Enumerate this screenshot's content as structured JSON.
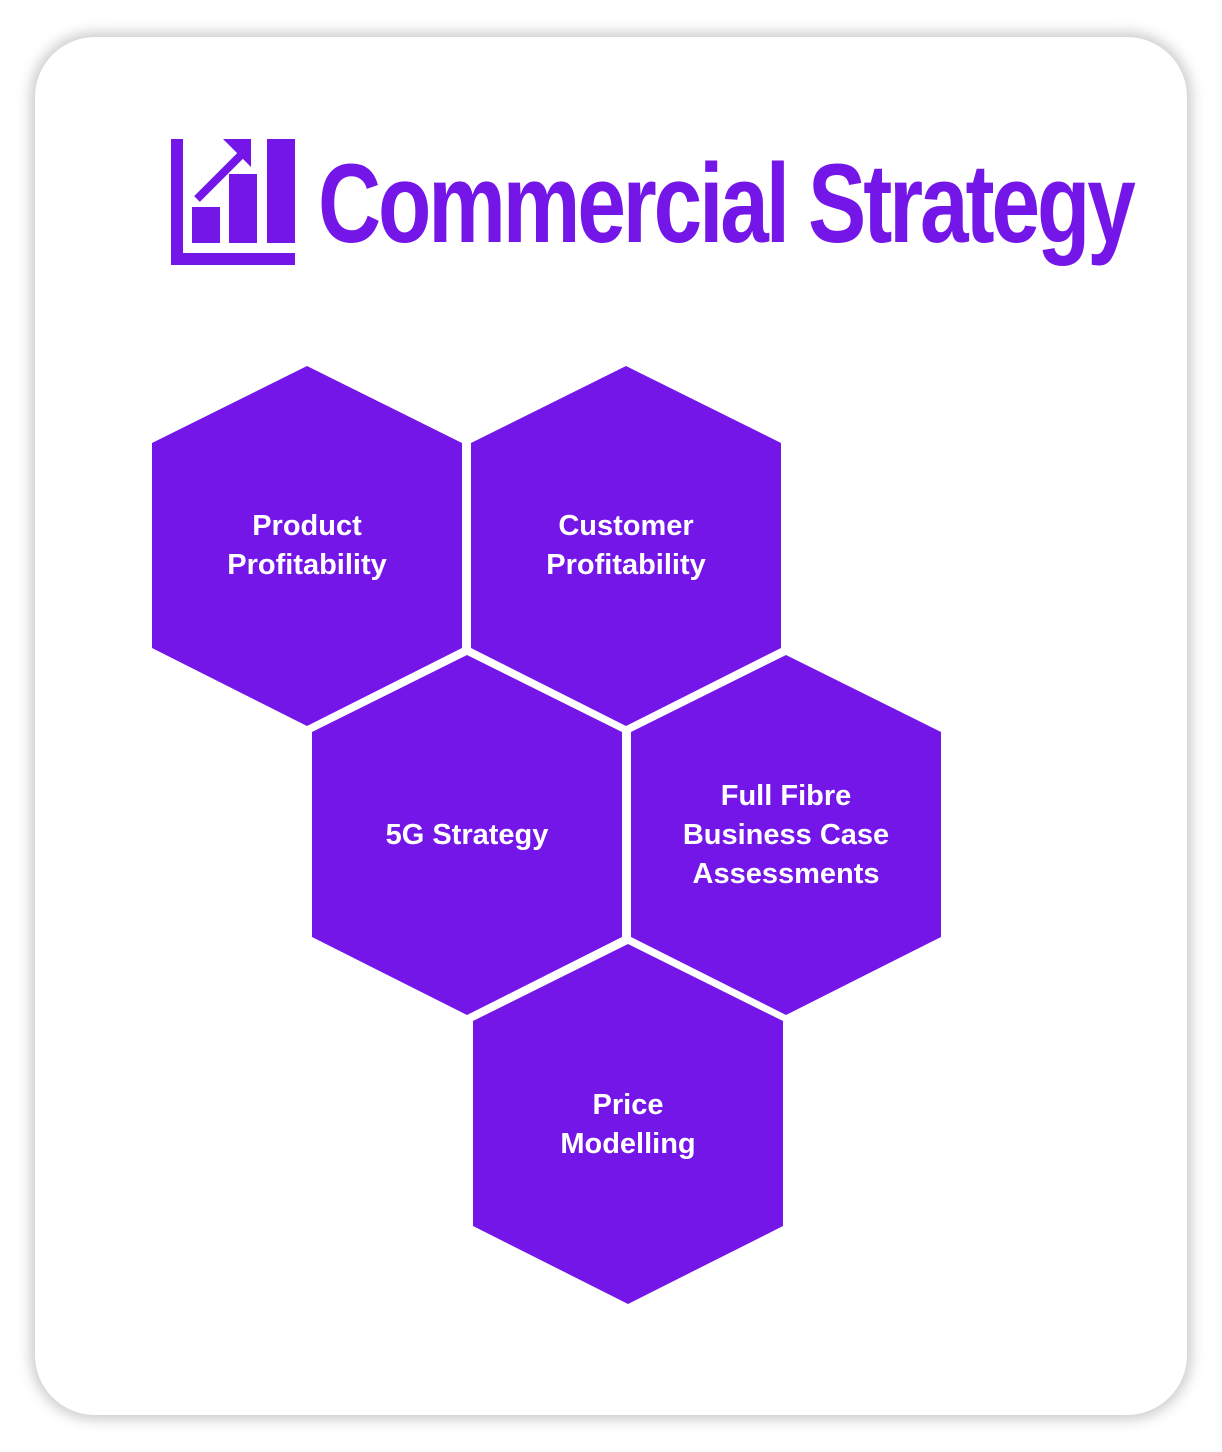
{
  "title": "Commercial Strategy",
  "logo_icon": "bar-chart-growth-icon",
  "accent_color": "#7416e8",
  "hexagons": [
    {
      "label": "Product Profitability"
    },
    {
      "label": "Customer Profitability"
    },
    {
      "label": "5G Strategy"
    },
    {
      "label": "Full Fibre Business Case Assessments"
    },
    {
      "label": "Price Modelling"
    }
  ]
}
